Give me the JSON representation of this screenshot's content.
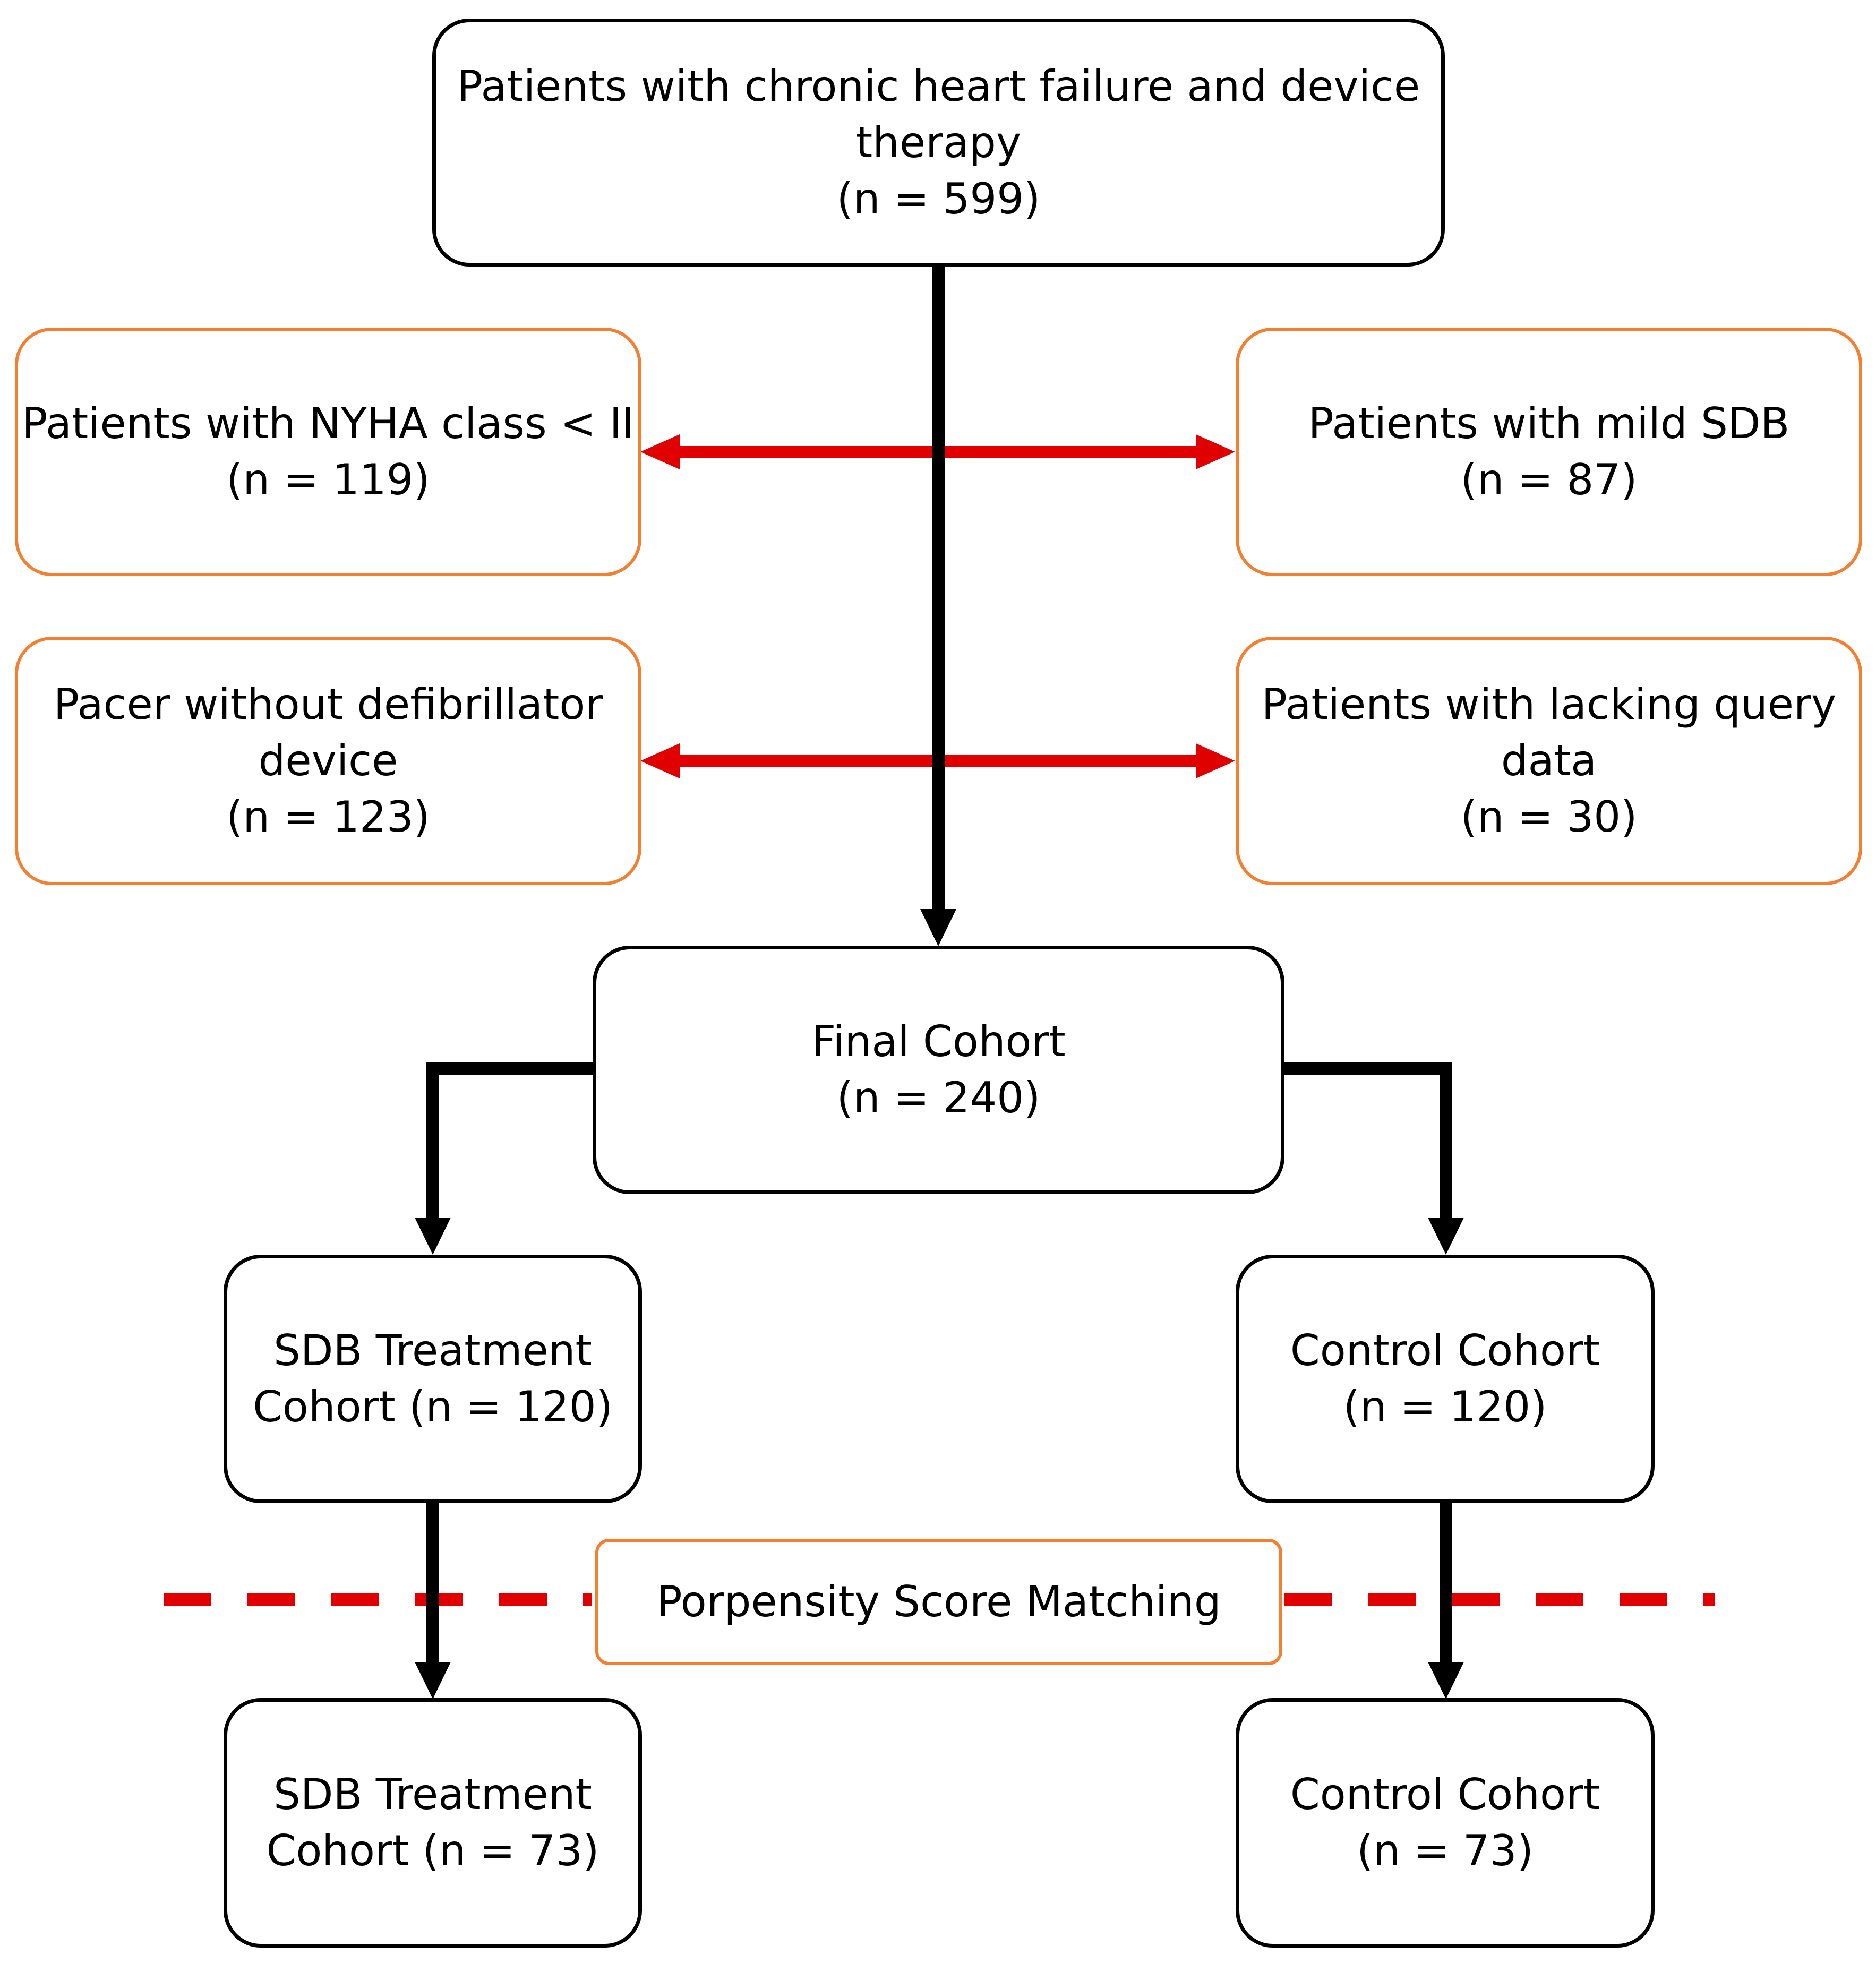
{
  "colors": {
    "box_border": "#000000",
    "exclusion_border": "#f47f30",
    "exclusion_arrow": "#e00000",
    "flow_arrow": "#000000",
    "divider_dash": "#e00000"
  },
  "top_box": {
    "line1": "Patients with chronic heart failure and device",
    "line2": "therapy",
    "count": "(n = 599)"
  },
  "exclusions": {
    "nyha": {
      "line1": "Patients with NYHA class < II",
      "count": "(n = 119)"
    },
    "mild_sdb": {
      "line1": "Patients with mild SDB",
      "count": "(n = 87)"
    },
    "pacer": {
      "line1": "Pacer without defibrillator",
      "line2": "device",
      "count": "(n = 123)"
    },
    "lacking": {
      "line1": "Patients with lacking query",
      "line2": "data",
      "count": "(n = 30)"
    }
  },
  "final_cohort": {
    "line1": "Final Cohort",
    "count": "(n = 240)"
  },
  "sdb_cohort": {
    "line1": "SDB Treatment",
    "line2": "Cohort (n = 120)"
  },
  "control_cohort": {
    "line1": "Control Cohort",
    "count": "(n = 120)"
  },
  "psm_label": "Porpensity Score Matching",
  "sdb_matched": {
    "line1": "SDB Treatment",
    "line2": "Cohort (n = 73)"
  },
  "control_matched": {
    "line1": "Control Cohort",
    "count": "(n = 73)"
  }
}
